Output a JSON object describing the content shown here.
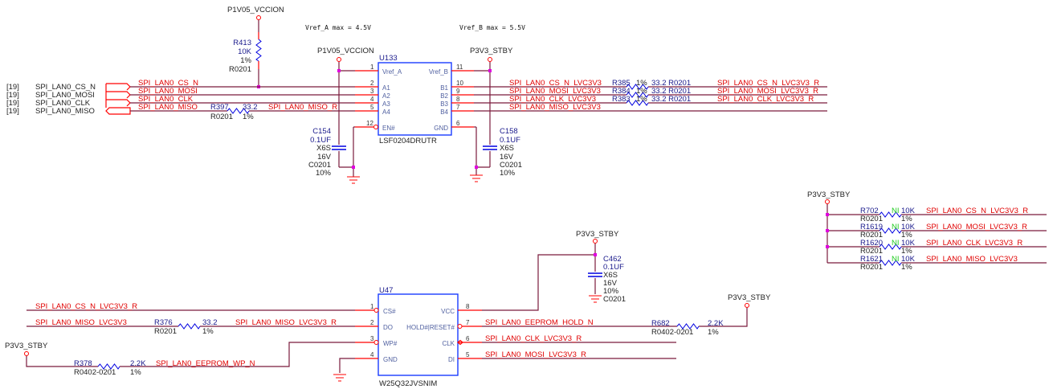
{
  "notes": {
    "vref_a": "Vref_A max = 4.5V",
    "vref_b": "Vref_B max = 5.5V"
  },
  "power": {
    "p1v05": "P1V05_VCCION",
    "p3v3": "P3V3_STBY"
  },
  "offpage": {
    "ref": "[19]",
    "signals": [
      "SPI_LAN0_CS_N",
      "SPI_LAN0_MOSI",
      "SPI_LAN0_CLK",
      "SPI_LAN0_MISO"
    ]
  },
  "nets": {
    "cs": "SPI_LAN0_CS_N",
    "mosi": "SPI_LAN0_MOSI",
    "clk": "SPI_LAN0_CLK",
    "miso": "SPI_LAN0_MISO",
    "miso_r": "SPI_LAN0_MISO_R",
    "cs_lvc": "SPI_LAN0_CS_N_LVC3V3",
    "mosi_lvc": "SPI_LAN0_MOSI_LVC3V3",
    "clk_lvc": "SPI_LAN0_CLK_LVC3V3",
    "miso_lvc": "SPI_LAN0_MISO_LVC3V3",
    "cs_lvc_r": "SPI_LAN0_CS_N_LVC3V3_R",
    "mosi_lvc_r": "SPI_LAN0_MOSI_LVC3V3_R",
    "clk_lvc_r": "SPI_LAN0_CLK_LVC3V3_R",
    "miso_lvc_r": "SPI_LAN0_MISO_LVC3V3_R",
    "wp": "SPI_LAN0_EEPROM_WP_N",
    "hold": "SPI_LAN0_EEPROM_HOLD_N"
  },
  "u133": {
    "ref": "U133",
    "part": "LSF0204DRUTR",
    "left_pins": [
      {
        "num": "1",
        "name": "Vref_A"
      },
      {
        "num": "2",
        "name": "A1"
      },
      {
        "num": "3",
        "name": "A2"
      },
      {
        "num": "4",
        "name": "A3"
      },
      {
        "num": "5",
        "name": "A4"
      },
      {
        "num": "12",
        "name": "EN#"
      }
    ],
    "right_pins": [
      {
        "num": "11",
        "name": "Vref_B"
      },
      {
        "num": "10",
        "name": "B1"
      },
      {
        "num": "9",
        "name": "B2"
      },
      {
        "num": "8",
        "name": "B3"
      },
      {
        "num": "7",
        "name": "B4"
      },
      {
        "num": "6",
        "name": "GND"
      }
    ]
  },
  "u47": {
    "ref": "U47",
    "part": "W25Q32JVSNIM",
    "left_pins": [
      {
        "num": "1",
        "name": "CS#"
      },
      {
        "num": "2",
        "name": "DO"
      },
      {
        "num": "3",
        "name": "WP#"
      },
      {
        "num": "4",
        "name": "GND"
      }
    ],
    "right_pins": [
      {
        "num": "8",
        "name": "VCC"
      },
      {
        "num": "7",
        "name": "HOLD#|RESET#"
      },
      {
        "num": "6",
        "name": "CLK"
      },
      {
        "num": "5",
        "name": "DI"
      }
    ]
  },
  "resistors": {
    "r413": {
      "ref": "R413",
      "value": "10K",
      "tol": "1%",
      "pkg": "R0201"
    },
    "r397": {
      "ref": "R397",
      "value": "33.2",
      "tol": "1%",
      "pkg": "R0201"
    },
    "r385": {
      "ref": "R385",
      "value": "33.2 R0201",
      "tol": "1%"
    },
    "r384": {
      "ref": "R384",
      "value": "33.2 R0201",
      "tol": "1%"
    },
    "r383": {
      "ref": "R383",
      "value": "33.2 R0201",
      "tol": "1%"
    },
    "r702": {
      "ref": "R702",
      "ni": "NI",
      "value": "10K",
      "tol": "1%",
      "pkg": "R0201"
    },
    "r1619": {
      "ref": "R1619",
      "ni": "NI",
      "value": "10K",
      "tol": "1%",
      "pkg": "R0201"
    },
    "r1620": {
      "ref": "R1620",
      "ni": "NI",
      "value": "10K",
      "tol": "1%",
      "pkg": "R0201"
    },
    "r1621": {
      "ref": "R1621",
      "ni": "NI",
      "value": "10K",
      "tol": "1%",
      "pkg": "R0201"
    },
    "r376": {
      "ref": "R376",
      "value": "33.2",
      "tol": "1%",
      "pkg": "R0201"
    },
    "r378": {
      "ref": "R378",
      "value": "2.2K",
      "tol": "1%",
      "pkg": "R0402-0201"
    },
    "r682": {
      "ref": "R682",
      "value": "2.2K",
      "tol": "1%",
      "pkg": "R0402-0201"
    }
  },
  "capacitors": {
    "c154": {
      "ref": "C154",
      "value": "0.1UF",
      "dielectric": "X6S",
      "voltage": "16V",
      "pkg": "C0201",
      "tol": "10%"
    },
    "c158": {
      "ref": "C158",
      "value": "0.1UF",
      "dielectric": "X6S",
      "voltage": "16V",
      "pkg": "C0201",
      "tol": "10%"
    },
    "c462": {
      "ref": "C462",
      "value": "0.1UF",
      "dielectric": "X6S",
      "voltage": "16V",
      "tol": "10%",
      "pkg": "C0201"
    }
  },
  "colors": {
    "wire": "#7a1a3c",
    "pin": "#ff0000",
    "component": "#0000e0",
    "junction": "#e000e0",
    "net_label": "#e00000"
  }
}
